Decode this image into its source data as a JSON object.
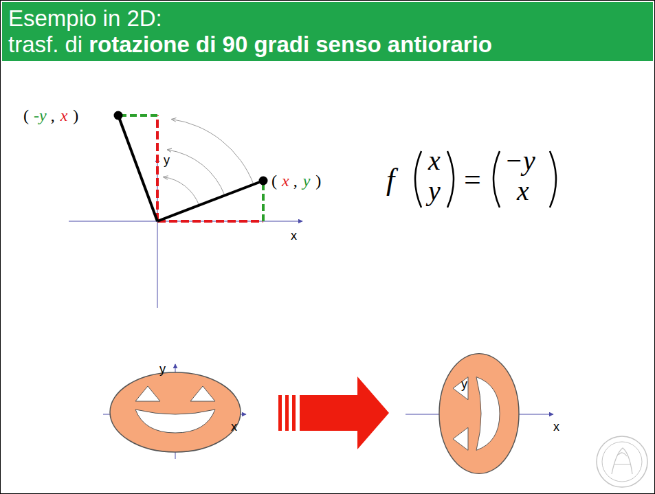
{
  "diagram": {
    "title": "Esempio in 2D:",
    "labels": [
      "trasf. di",
      "rotazione di 90 gradi senso antiorario",
      "y",
      "x",
      "(",
      "-y",
      ",",
      "x",
      ")",
      "(",
      "x",
      ",",
      "y",
      ")",
      "f",
      "x",
      "y",
      "=",
      "−y",
      "x",
      "y",
      "x",
      "y",
      "x"
    ]
  }
}
